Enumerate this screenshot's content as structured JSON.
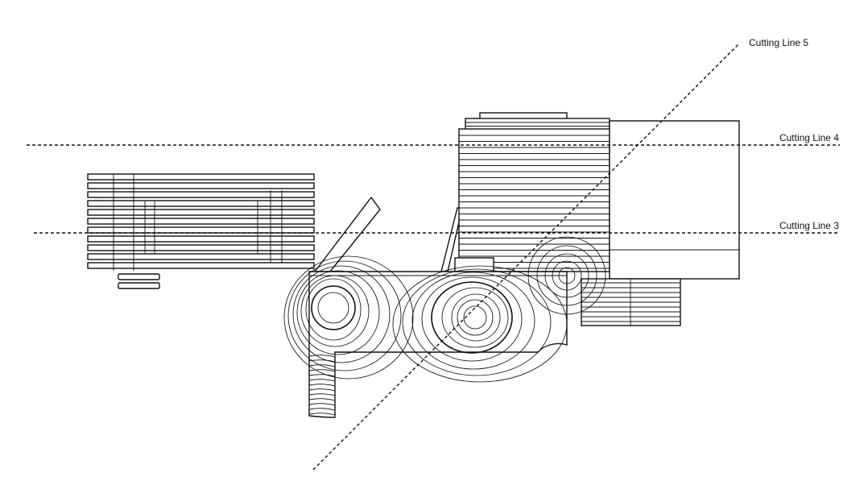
{
  "diagram": {
    "cutting_lines": [
      {
        "id": "line-5",
        "label": "Cutting Line 5",
        "orientation": "diagonal"
      },
      {
        "id": "line-4",
        "label": "Cutting Line 4",
        "orientation": "horizontal"
      },
      {
        "id": "line-3",
        "label": "Cutting Line 3",
        "orientation": "horizontal"
      }
    ],
    "stroke_color": "#111111",
    "background_color": "#ffffff"
  }
}
